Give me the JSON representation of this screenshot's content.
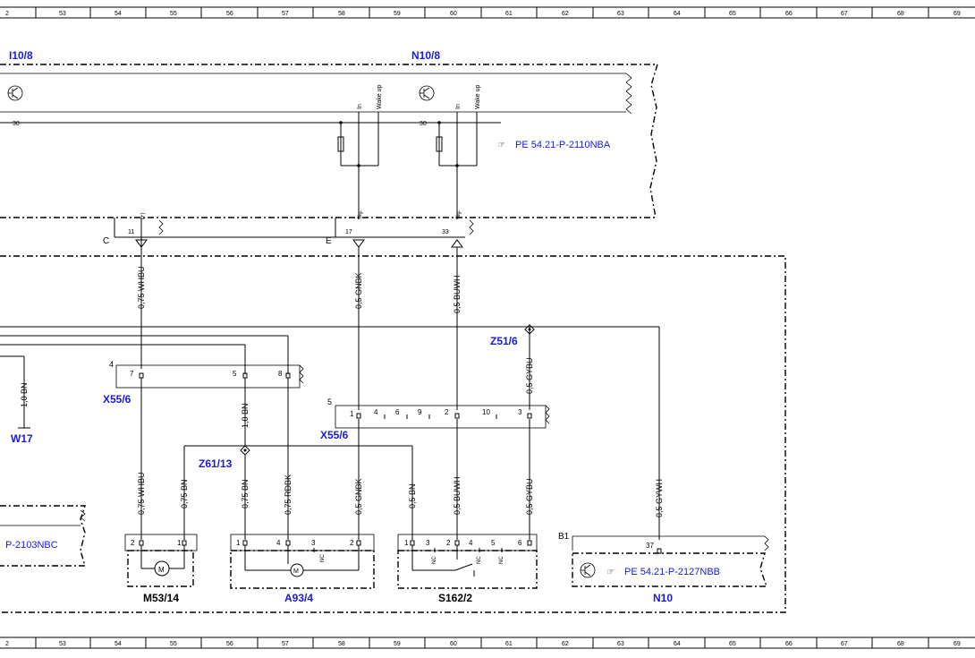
{
  "ruler": {
    "left_partial": "2",
    "labels": [
      "53",
      "54",
      "55",
      "56",
      "57",
      "58",
      "59",
      "60",
      "61",
      "62",
      "63",
      "64",
      "65",
      "66",
      "67",
      "68",
      "69"
    ]
  },
  "components": {
    "n10_8_left": "I10/8",
    "n10_8": "N10/8",
    "pe_ref_top": "PE 54.21-P-2110NBA",
    "pe_ref_n10": "PE 54.21-P-2127NBB",
    "pe_ref_left": "P-2103NBC",
    "z51_6": "Z51/6",
    "x55_6_a": "X55/6",
    "x55_6_b": "X55/6",
    "w17": "W17",
    "z61_13": "Z61/13",
    "m53_14": "M53/14",
    "a93_4": "A93/4",
    "s162_2": "S162/2",
    "n10": "N10",
    "b1": "B1"
  },
  "connectors": {
    "c_label": "C",
    "e_label": "E",
    "pin_11": "11",
    "pin_17": "17",
    "pin_33": "33",
    "num_4": "4",
    "num_5": "5"
  },
  "terminals": {
    "t30_left": "30",
    "t30_mid": "30",
    "in_1": "In",
    "wake_1": "Wake up",
    "in_2": "In",
    "wake_2": "Wake up",
    "plus": "(+)",
    "sig_1": "Sig.",
    "sig_2": "Sig."
  },
  "wires": {
    "w_whbu_top": "0,75 WHBU",
    "w_gnbk_top": "0,5 GNBK",
    "w_buwh_top": "0,5 BUWH",
    "w_gybu_top": "0,5 GYBU",
    "w_bn_w17": "1,0 BN",
    "w_bn_mid": "1,0 BN",
    "w_whbu_bot": "0,75 WHBU",
    "w_bn_m53": "0,75 BN",
    "w_bn_a93": "0,75 BN",
    "w_rdbk": "0,75 RDBK",
    "w_gnbk_bot": "0,5 GNBK",
    "w_bn_s162": "0,5 BN",
    "w_buwh_bot": "0,5 BUWH",
    "w_gybu_bot": "0,5 GYBU",
    "w_gywh": "0,5 GYWH"
  },
  "pins": {
    "x4_7": "7",
    "x4_5": "5",
    "x4_8": "8",
    "x5_1": "1",
    "x5_4": "4",
    "x5_6": "6",
    "x5_9": "9",
    "x5_2": "2",
    "x5_10": "10",
    "x5_3": "3",
    "m53_2": "2",
    "m53_1": "1",
    "a93_1": "1",
    "a93_4": "4",
    "a93_3": "3",
    "a93_2": "2",
    "a93_nc": "NC",
    "s_1": "1",
    "s_3": "3",
    "s_2": "2",
    "s_4": "4",
    "s_5": "5",
    "s_6": "6",
    "s_nc1": "NC",
    "s_nc2": "NC",
    "s_nc3": "NC",
    "n10_37": "37",
    "motor_m1": "M",
    "motor_m2": "M"
  }
}
